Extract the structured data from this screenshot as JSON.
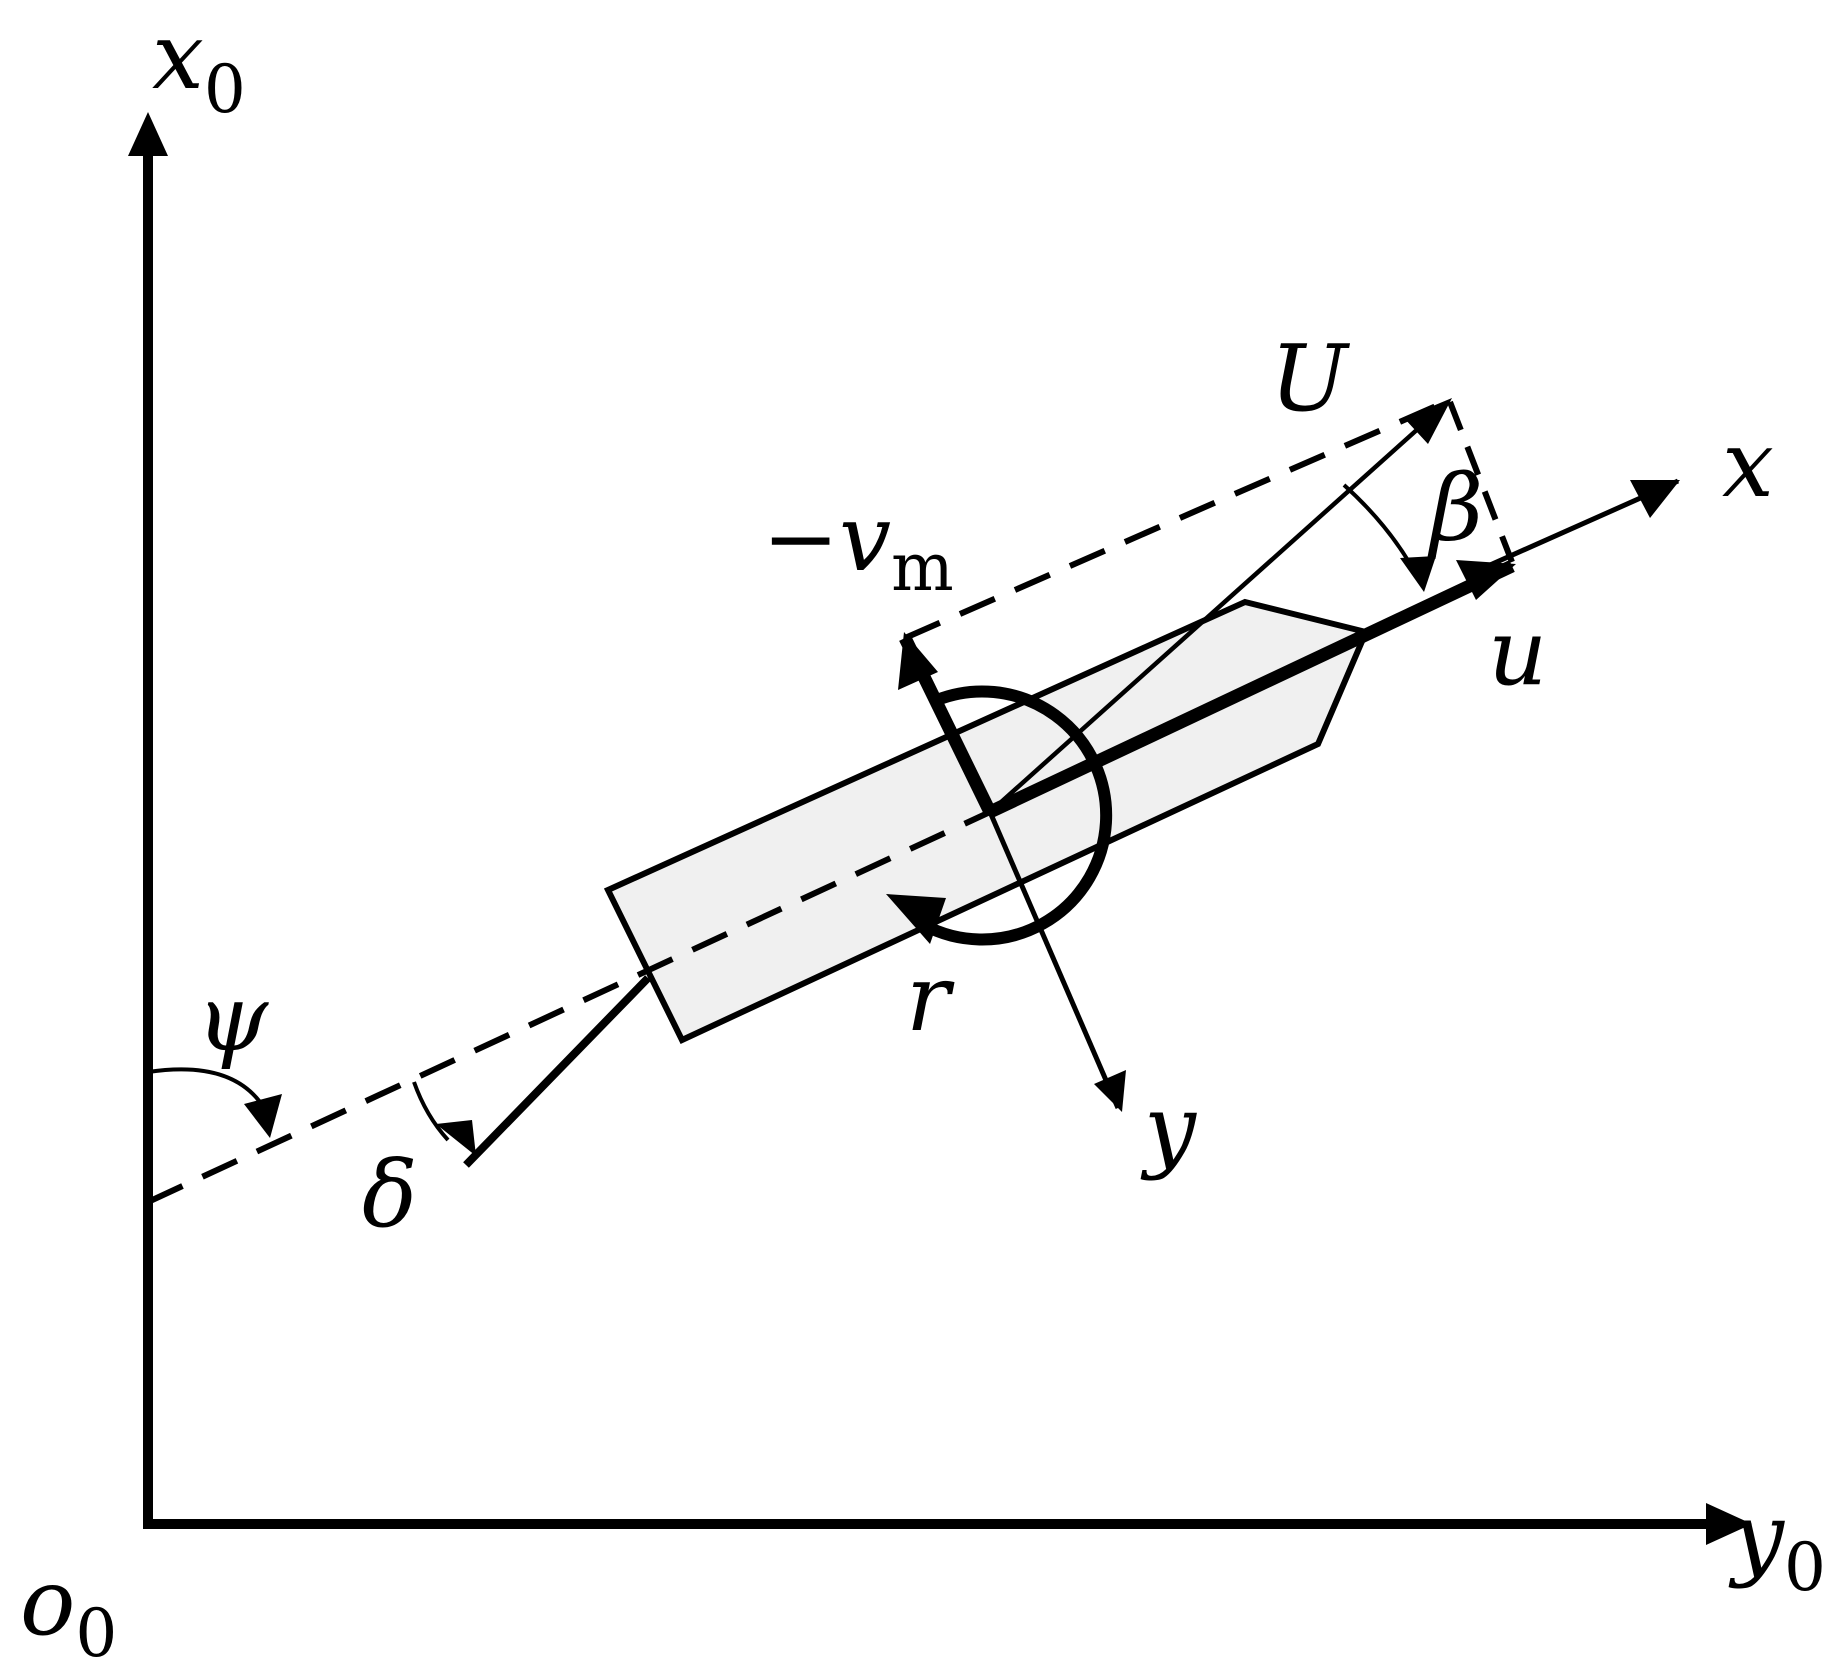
{
  "diagram": {
    "labels": {
      "x0": {
        "main": "x",
        "sub": "0"
      },
      "y0": {
        "main": "y",
        "sub": "0"
      },
      "o0": {
        "main": "o",
        "sub": "0"
      },
      "psi": "ψ",
      "delta": "δ",
      "U": "U",
      "beta": "β",
      "x": "x",
      "u": "u",
      "vm": {
        "main": "−v",
        "sub": "m"
      },
      "r": "r",
      "y": "y"
    },
    "colors": {
      "ink": "#000000",
      "hull": "#f0f0f0",
      "background": "#ffffff"
    }
  }
}
